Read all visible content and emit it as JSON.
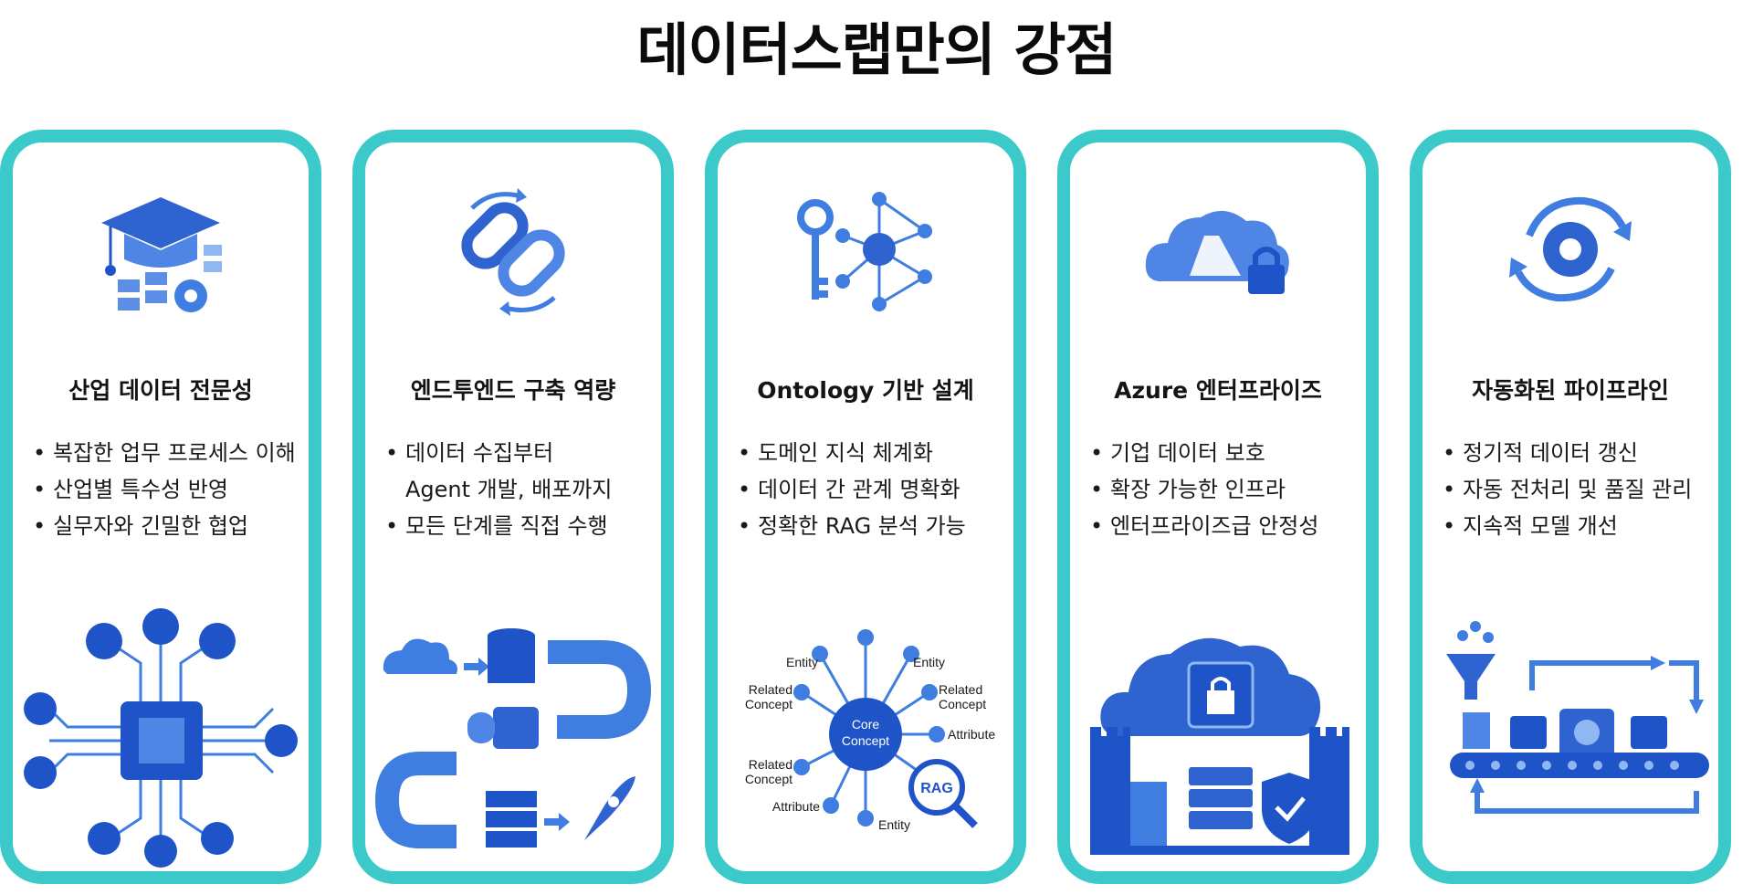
{
  "title": "데이터스랩만의 강점",
  "colors": {
    "border": "#3cc9c9",
    "accent_dark": "#1f54c8",
    "accent": "#3f7de0",
    "accent_light": "#8fb8f2"
  },
  "cards": [
    {
      "icon": "graduation-cap-icon",
      "title": "산업 데이터 전문성",
      "bullets": [
        "복잡한 업무 프로세스 이해",
        "산업별 특수성 반영",
        "실무자와 긴밀한 협업"
      ]
    },
    {
      "icon": "chain-link-sync-icon",
      "title": "엔드투엔드 구축 역량",
      "bullets": [
        "데이터 수집부터",
        "Agent 개발, 배포까지",
        "모든 단계를 직접 수행"
      ]
    },
    {
      "icon": "key-network-icon",
      "title": "Ontology 기반 설계",
      "bullets": [
        "도메인 지식 체계화",
        "데이터 간 관계 명확화",
        "정확한 RAG 분석 가능"
      ],
      "diagram": {
        "core": "Core Concept",
        "rag": "RAG",
        "labels": [
          "Entity",
          "Entity",
          "Related Concept",
          "Related Concept",
          "Attribute",
          "Related Concept",
          "Attribute",
          "Entity"
        ]
      }
    },
    {
      "icon": "azure-cloud-lock-icon",
      "title": "Azure 엔터프라이즈",
      "bullets": [
        "기업 데이터 보호",
        "확장 가능한 인프라",
        "엔터프라이즈급 안정성"
      ]
    },
    {
      "icon": "gear-refresh-icon",
      "title": "자동화된 파이프라인",
      "bullets": [
        "정기적 데이터 갱신",
        "자동 전처리 및 품질 관리",
        "지속적 모델 개선"
      ]
    }
  ]
}
